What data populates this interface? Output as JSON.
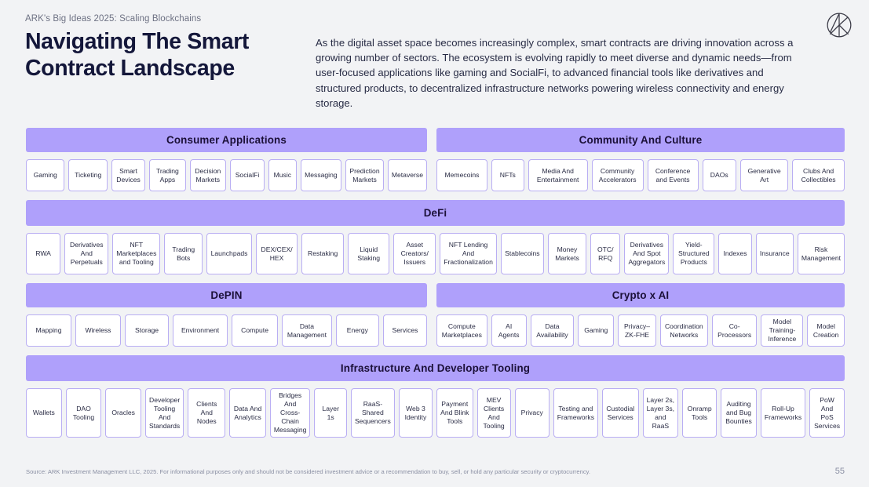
{
  "header": {
    "eyebrow": "ARK's Big Ideas 2025: Scaling Blockchains",
    "title": "Navigating The Smart Contract Landscape",
    "intro": "As the digital asset space becomes increasingly complex, smart contracts are driving innovation across a growing number of sectors. The ecosystem is evolving rapidly to meet diverse and dynamic needs—from user-focused applications like gaming and SocialFi, to advanced financial tools like derivatives and structured products, to decentralized infrastructure networks powering wireless connectivity and energy storage.",
    "logo_name": "ark-invest-logo"
  },
  "theme": {
    "background": "#f2f3f5",
    "band_purple": "#afa0fb",
    "chip_border": "#b9aef3",
    "chip_fill": "#ffffff",
    "text_dark": "#14173a",
    "text_muted": "#8a8fa3"
  },
  "sections": [
    {
      "id": "consumer-applications",
      "title": "Consumer Applications",
      "items": [
        "Gaming",
        "Ticketing",
        "Smart\nDevices",
        "Trading\nApps",
        "Decision\nMarkets",
        "SocialFi",
        "Music",
        "Messaging",
        "Prediction\nMarkets",
        "Metaverse"
      ]
    },
    {
      "id": "community-and-culture",
      "title": "Community And Culture",
      "items": [
        "Memecoins",
        "NFTs",
        "Media And\nEntertainment",
        "Community\nAccelerators",
        "Conference\nand Events",
        "DAOs",
        "Generative\nArt",
        "Clubs And\nCollectibles"
      ]
    },
    {
      "id": "defi",
      "title": "DeFi",
      "items": [
        "RWA",
        "Derivatives\nAnd\nPerpetuals",
        "NFT\nMarketplaces\nand Tooling",
        "Trading\nBots",
        "Launchpads",
        "DEX/CEX/\nHEX",
        "Restaking",
        "Liquid\nStaking",
        "Asset\nCreators/\nIssuers",
        "NFT Lending And\nFractionalization",
        "Stablecoins",
        "Money\nMarkets",
        "OTC/\nRFQ",
        "Derivatives\nAnd Spot\nAggregators",
        "Yield-\nStructured\nProducts",
        "Indexes",
        "Insurance",
        "Risk\nManagement"
      ]
    },
    {
      "id": "depin",
      "title": "DePIN",
      "items": [
        "Mapping",
        "Wireless",
        "Storage",
        "Environment",
        "Compute",
        "Data\nManagement",
        "Energy",
        "Services"
      ]
    },
    {
      "id": "crypto-x-ai",
      "title": "Crypto x AI",
      "items": [
        "Compute\nMarketplaces",
        "AI\nAgents",
        "Data\nAvailability",
        "Gaming",
        "Privacy–\nZK-FHE",
        "Coordination\nNetworks",
        "Co-\nProcessors",
        "Model\nTraining-\nInference",
        "Model\nCreation"
      ]
    },
    {
      "id": "infrastructure-and-developer-tooling",
      "title": "Infrastructure And Developer Tooling",
      "items": [
        "Wallets",
        "DAO\nTooling",
        "Oracles",
        "Developer\nTooling\nAnd\nStandards",
        "Clients\nAnd Nodes",
        "Data And\nAnalytics",
        "Bridges\nAnd Cross-\nChain\nMessaging",
        "Layer 1s",
        "RaaS-Shared\nSequencers",
        "Web 3\nIdentity",
        "Payment\nAnd Blink\nTools",
        "MEV\nClients\nAnd\nTooling",
        "Privacy",
        "Testing and\nFrameworks",
        "Custodial\nServices",
        "Layer 2s,\nLayer 3s,\nand RaaS",
        "Onramp\nTools",
        "Auditing\nand Bug\nBounties",
        "Roll-Up\nFrameworks",
        "PoW And\nPoS\nServices"
      ]
    }
  ],
  "footer": {
    "source": "Source: ARK Investment Management LLC, 2025. For informational purposes only and should not be considered investment advice or a recommendation to buy, sell, or hold any particular security or cryptocurrency.",
    "page_number": "55"
  }
}
